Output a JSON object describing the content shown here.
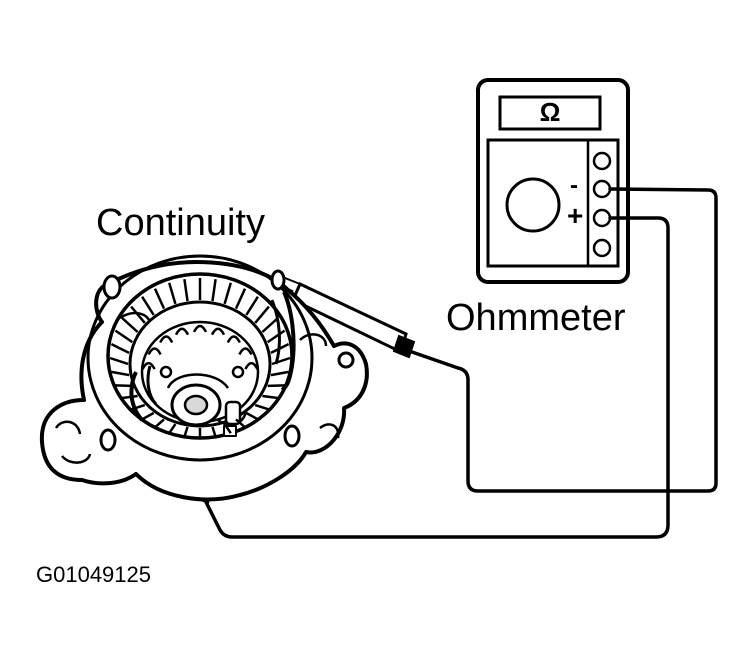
{
  "labels": {
    "continuity": "Continuity",
    "ohmmeter": "Ohmmeter",
    "figure_id": "G01049125"
  },
  "ohmmeter_display": {
    "unit_symbol": "Ω",
    "negative_terminal": "-",
    "positive_terminal": "+"
  },
  "colors": {
    "ink": "#000000",
    "background": "#ffffff",
    "shade": "#d9d9d9"
  }
}
